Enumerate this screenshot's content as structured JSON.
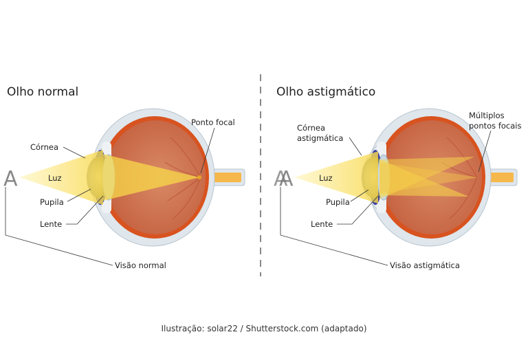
{
  "left": {
    "title": "Olho normal",
    "letter": "A",
    "labels": {
      "cornea": "Córnea",
      "luz": "Luz",
      "pupila": "Pupila",
      "lente": "Lente",
      "focal": "Ponto focal",
      "visao": "Visão normal"
    }
  },
  "right": {
    "title": "Olho astigmático",
    "letter": "A",
    "labels": {
      "cornea_l1": "Córnea",
      "cornea_l2": "astigmática",
      "luz": "Luz",
      "pupila": "Pupila",
      "lente": "Lente",
      "focal_l1": "Múltiplos",
      "focal_l2": "pontos focais",
      "visao": "Visão astigmática"
    }
  },
  "credit": "Ilustração: solar22 / Shutterstock.com (adaptado)",
  "colors": {
    "sclera": "#dfe6ec",
    "choroid": "#d8531f",
    "vitreous": "#c96a4a",
    "light": "#fbe27a",
    "nerve": "#f6b84a",
    "iris": "#3a3fa0"
  }
}
